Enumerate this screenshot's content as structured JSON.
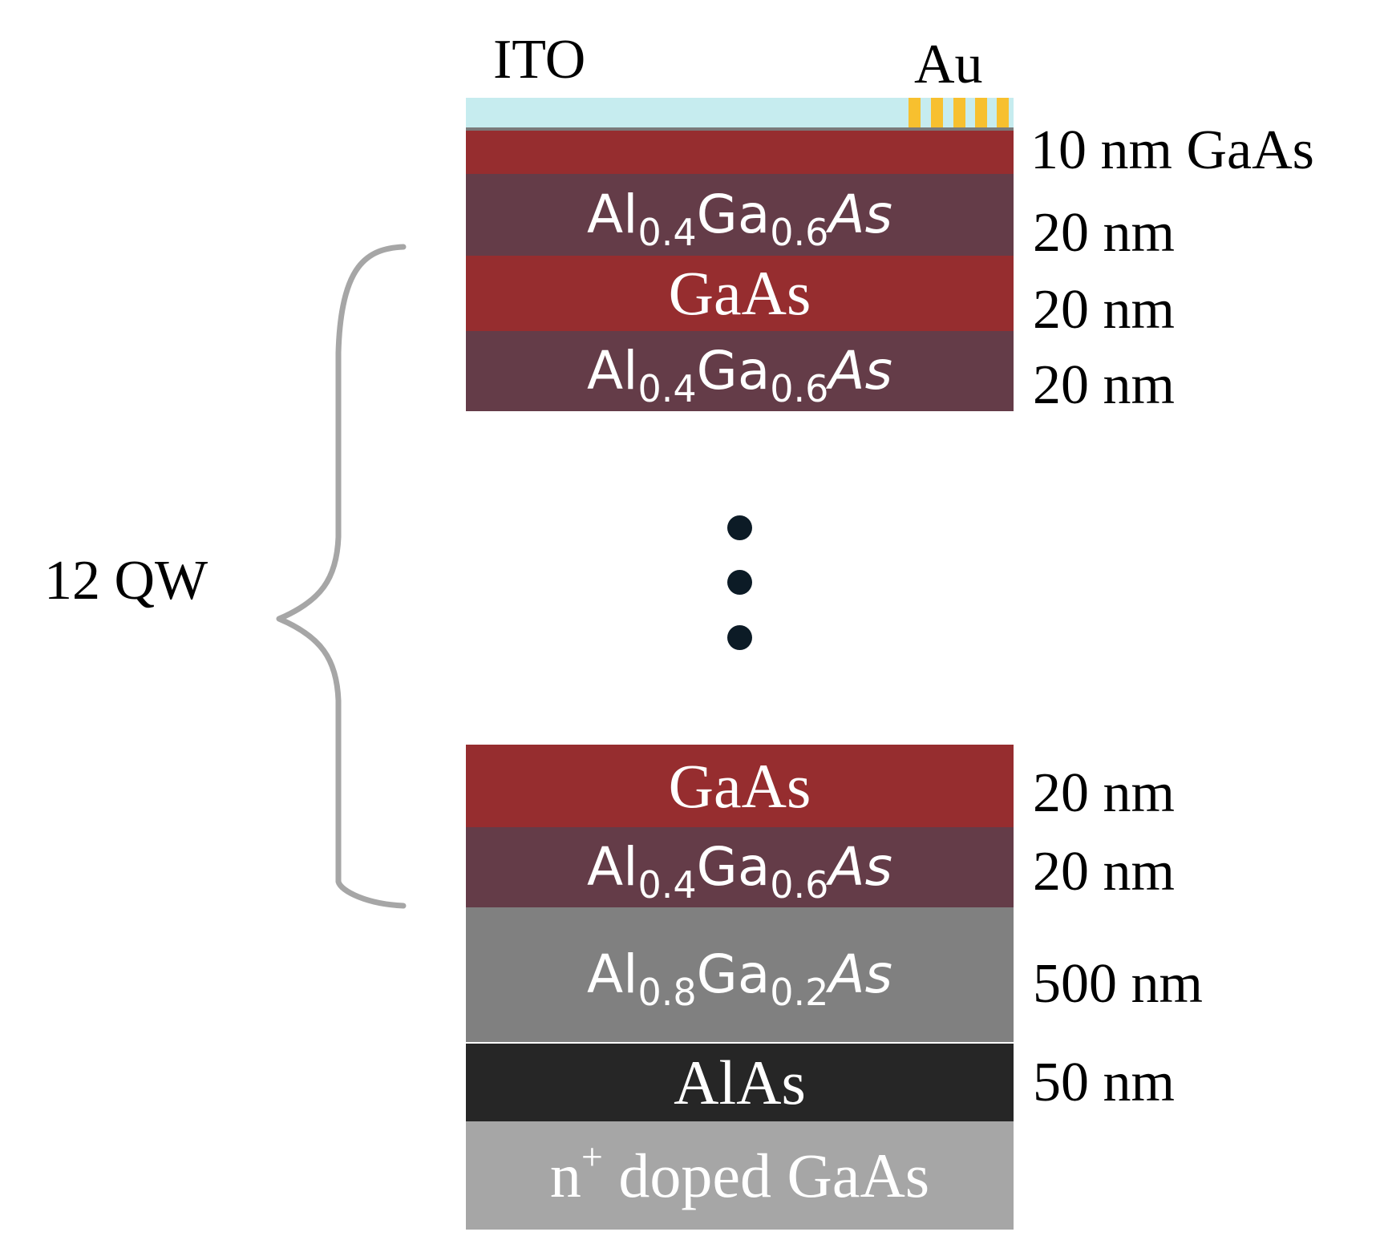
{
  "labels": {
    "ito": "ITO",
    "au": "Au",
    "qw_group": "12 QW"
  },
  "layers": {
    "cap": {
      "name": "GaAs",
      "thickness": "10 nm GaAs"
    },
    "barrier_top_1": {
      "a": "Al",
      "a_sub": "0.4",
      "b": "Ga",
      "b_sub": "0.6",
      "c": "As",
      "thickness": "20 nm"
    },
    "well_top": {
      "name": "GaAs",
      "thickness": "20 nm"
    },
    "barrier_top_2": {
      "a": "Al",
      "a_sub": "0.4",
      "b": "Ga",
      "b_sub": "0.6",
      "c": "As",
      "thickness": "20 nm"
    },
    "well_bottom": {
      "name": "GaAs",
      "thickness": "20 nm"
    },
    "barrier_bottom": {
      "a": "Al",
      "a_sub": "0.4",
      "b": "Ga",
      "b_sub": "0.6",
      "c": "As",
      "thickness": "20 nm"
    },
    "cladding": {
      "a": "Al",
      "a_sub": "0.8",
      "b": "Ga",
      "b_sub": "0.2",
      "c": "As",
      "thickness": "500 nm"
    },
    "sacrificial": {
      "name": "AlAs",
      "thickness": "50 nm"
    },
    "substrate": {
      "prefix": "n",
      "sup": "+",
      "rest": " doped GaAs"
    }
  },
  "colors": {
    "ito": "#c6ecef",
    "gold": "#f7c02f",
    "gaas": "#962d2f",
    "algaas": "#643c48",
    "algaas_clad": "#808080",
    "alas": "#262626",
    "substrate": "#a6a6a6",
    "brace": "#a6a6a6",
    "dots": "#0c1b26"
  }
}
